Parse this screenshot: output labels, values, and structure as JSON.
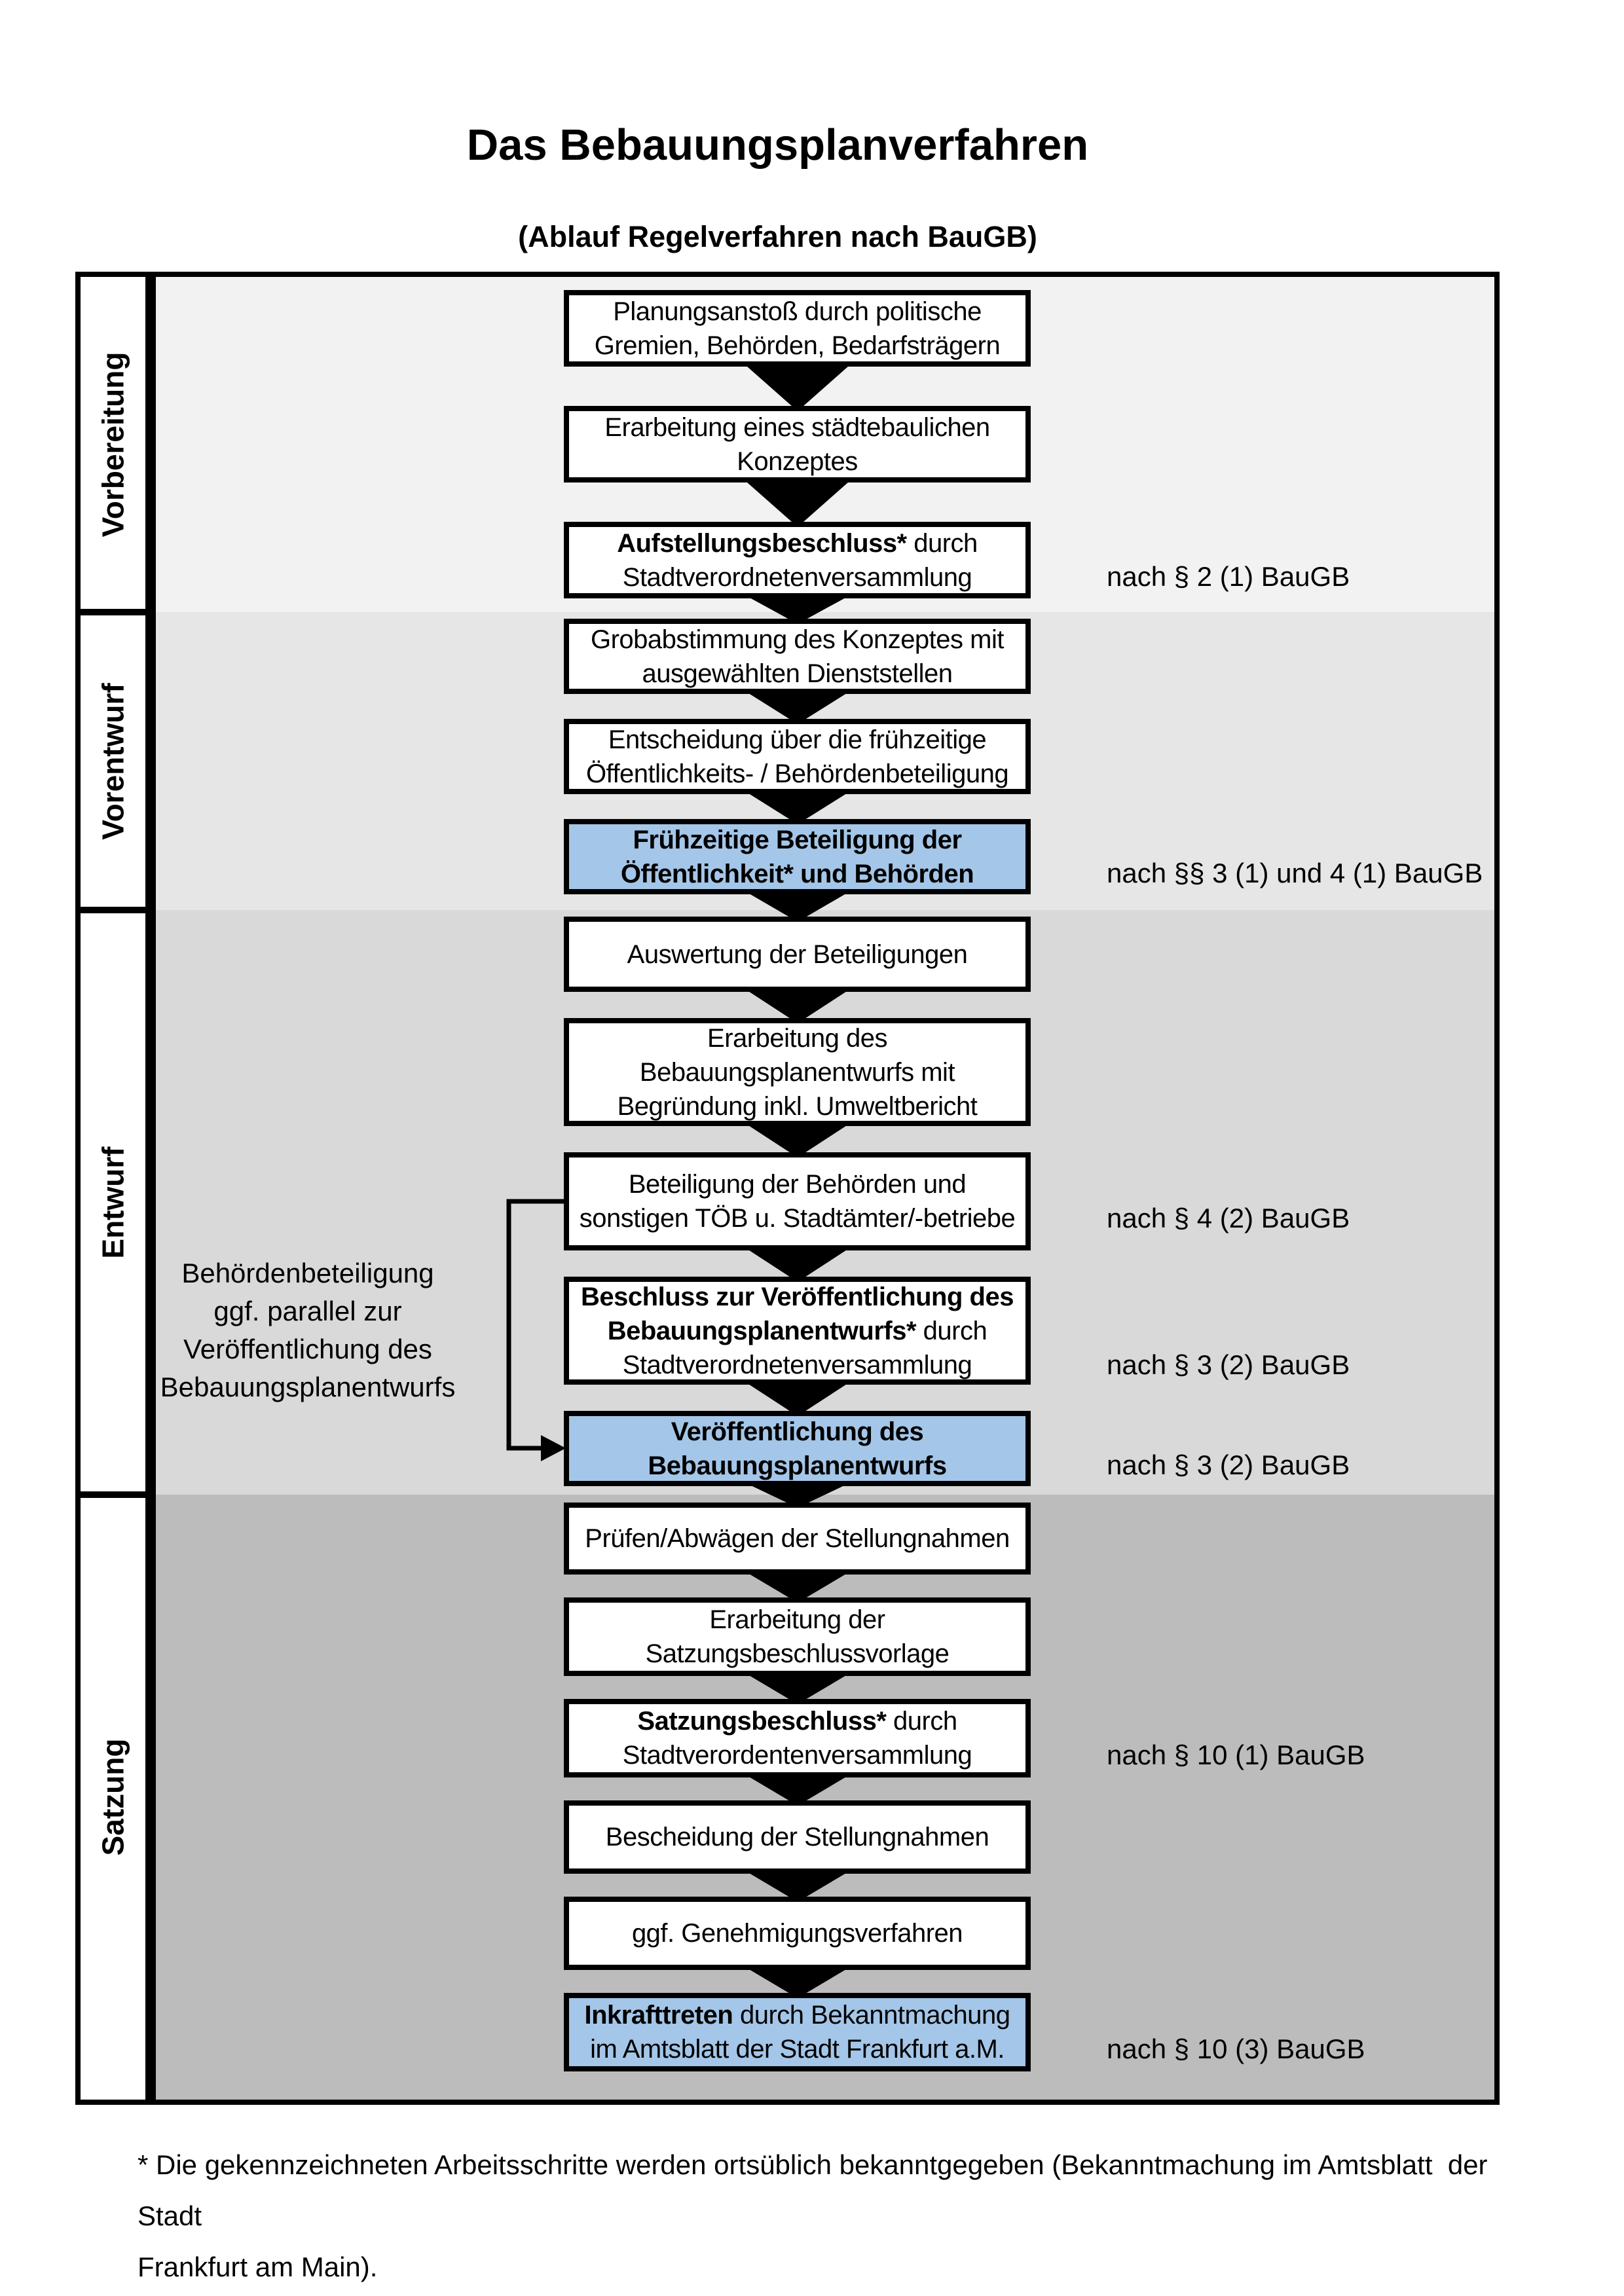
{
  "title": "Das Bebauungsplanverfahren",
  "subtitle": "(Ablauf Regelverfahren nach BauGB)",
  "colors": {
    "highlight_box": "#a4c6e8",
    "band_vorbereitung": "#f2f2f2",
    "band_vorentwurf": "#e6e6e6",
    "band_entwurf": "#d9d9d9",
    "band_satzung": "#bcbcbc",
    "line_color": "#000000"
  },
  "phases": [
    {
      "label": "Vorbereitung"
    },
    {
      "label": "Vorentwurf"
    },
    {
      "label": "Entwurf"
    },
    {
      "label": "Satzung"
    }
  ],
  "boxes": [
    {
      "lines": [
        "Planungsanstoß durch politische",
        "Gremien, Behörden, Bedarfsträgern"
      ]
    },
    {
      "lines": [
        "Erarbeitung eines städtebaulichen",
        "Konzeptes"
      ]
    },
    {
      "bold": "Aufstellungsbeschluss*",
      "rest": " durch",
      "line2": "Stadtverordnetenversammlung"
    },
    {
      "lines": [
        "Grobabstimmung des Konzeptes mit",
        "ausgewählten Dienststellen"
      ]
    },
    {
      "lines": [
        "Entscheidung über die frühzeitige",
        "Öffentlichkeits- / Behördenbeteiligung"
      ]
    },
    {
      "highlighted": true,
      "lines": [
        "Frühzeitige Beteiligung der",
        "Öffentlichkeit* und Behörden"
      ]
    },
    {
      "lines": [
        "Auswertung der Beteiligungen"
      ]
    },
    {
      "lines": [
        "Erarbeitung des",
        "Bebauungsplanentwurfs mit",
        "Begründung inkl. Umweltbericht"
      ]
    },
    {
      "lines": [
        "Beteiligung der Behörden und",
        "sonstigen TÖB u. Stadtämter/-betriebe"
      ]
    },
    {
      "bold_line1": "Beschluss zur Veröffentlichung des",
      "bold2": "Bebauungsplanentwurfs*",
      "rest2": " durch",
      "line3": "Stadtverordnetenversammlung"
    },
    {
      "highlighted": true,
      "lines": [
        "Veröffentlichung des",
        "Bebauungsplanentwurfs"
      ]
    },
    {
      "lines": [
        "Prüfen/Abwägen der Stellungnahmen"
      ]
    },
    {
      "lines": [
        "Erarbeitung der",
        "Satzungsbeschlussvorlage"
      ]
    },
    {
      "bold": "Satzungsbeschluss*",
      "rest": " durch",
      "line2": "Stadtverordentenversammlung"
    },
    {
      "lines": [
        "Bescheidung der Stellungnahmen"
      ]
    },
    {
      "lines": [
        "ggf. Genehmigungsverfahren"
      ]
    },
    {
      "highlighted": true,
      "bold": "Inkrafttreten",
      "rest": " durch Bekanntmachung",
      "line2": "im Amtsblatt der Stadt Frankfurt a.M."
    }
  ],
  "annotations": [
    "nach § 2 (1) BauGB",
    "nach §§ 3 (1) und 4 (1) BauGB",
    "nach § 4 (2) BauGB",
    "nach § 3 (2) BauGB",
    "nach § 3 (2) BauGB",
    "nach § 10 (1) BauGB",
    "nach § 10 (3) BauGB"
  ],
  "side_note": {
    "lines": [
      "Behördenbeteiligung",
      "ggf. parallel zur",
      "Veröffentlichung des",
      "Bebauungsplanentwurfs"
    ]
  },
  "footnote": {
    "lines": [
      "* Die gekennzeichneten Arbeitsschritte werden ortsüblich bekanntgegeben (Bekanntmachung im Amtsblatt  der Stadt",
      "Frankfurt am Main)."
    ]
  }
}
